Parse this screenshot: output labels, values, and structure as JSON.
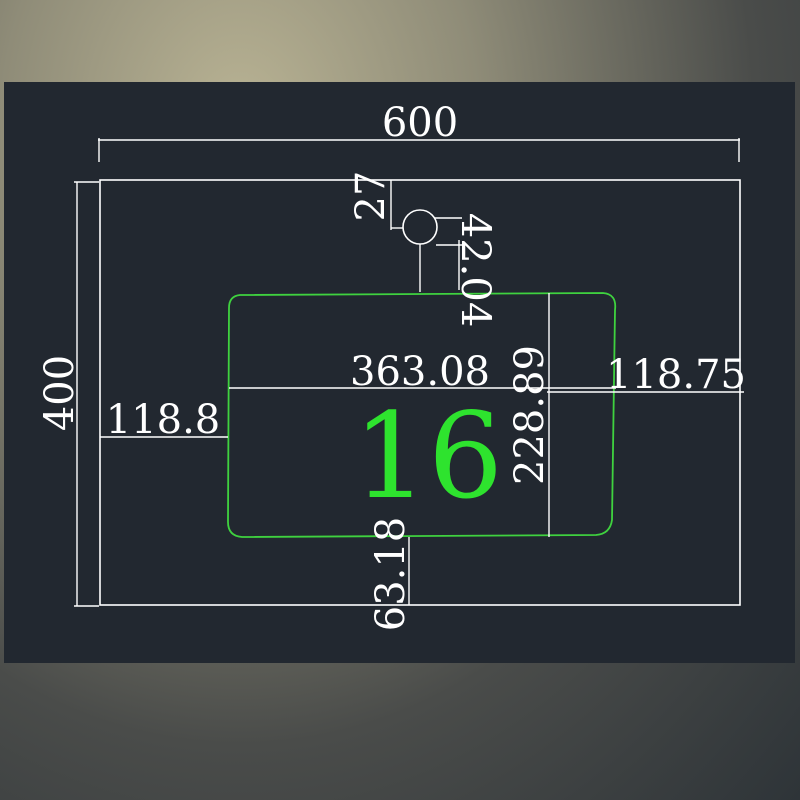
{
  "drawing": {
    "dimensions": {
      "overall_width": "600",
      "overall_height": "400",
      "faucet_hole_diameter": "27",
      "faucet_hole_offset": "42.04",
      "basin_width": "363.08",
      "basin_height": "228.89",
      "left_margin": "118.8",
      "right_margin": "118.75",
      "bottom_margin": "63.18"
    },
    "center_label": "16",
    "colors": {
      "background": "#222830",
      "dimension_lines": "#ffffff",
      "basin_outline": "#3fd23f",
      "center_label": "#2ee32e"
    }
  }
}
